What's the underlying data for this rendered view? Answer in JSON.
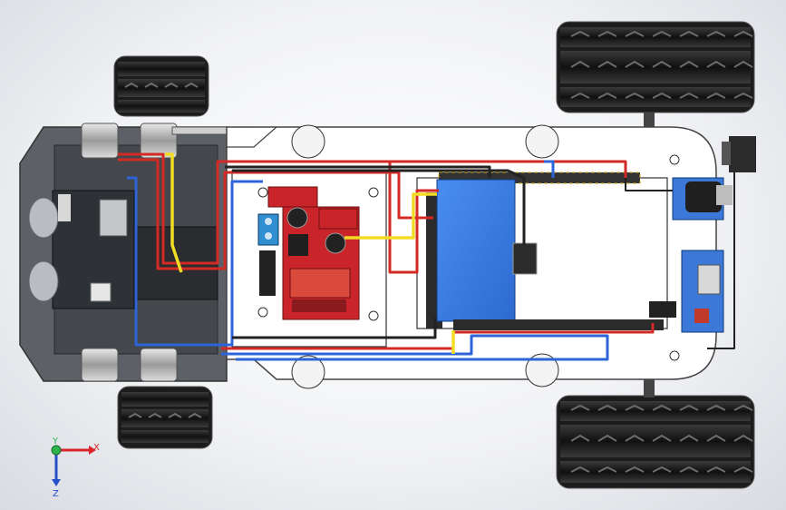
{
  "view": {
    "background_top": "#ffffff",
    "background_edge": "#d9dbe1"
  },
  "triad": {
    "x_label": "X",
    "y_label": "Y",
    "z_label": "Z",
    "x_color": "#d9252a",
    "y_color": "#2db34a",
    "z_color": "#2450c8"
  },
  "colors": {
    "wire_red": "#d32a25",
    "wire_blue": "#2d64d8",
    "wire_yellow": "#f2dc25",
    "wire_black": "#222222",
    "motor_driver": "#c9242a",
    "controller_board": "#3f7fe0",
    "chassis_plate": "#ffffff",
    "tire": "#1b1b1b"
  },
  "icons": {
    "axis_triad": "axis-triad-icon",
    "origin": "origin-sphere-icon"
  }
}
